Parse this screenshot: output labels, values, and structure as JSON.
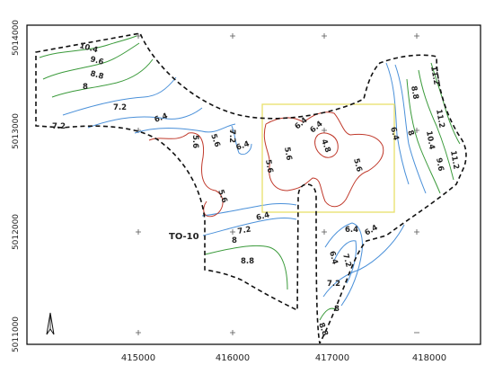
{
  "map": {
    "colors": {
      "boundary": "#111111",
      "contour_red": "#c0392b",
      "contour_blue": "#4a90d9",
      "contour_green": "#3a9a3a",
      "highlight_box": "#e8e06a",
      "grid_cross": "#555555"
    },
    "axes": {
      "x_ticks": [
        "415000",
        "416000",
        "417000",
        "418000"
      ],
      "y_ticks": [
        "5014000",
        "5013000",
        "5012000",
        "5011000"
      ]
    },
    "well_label": "TO-10",
    "north_arrow": "north-arrow-icon",
    "contour_labels": [
      {
        "text": "10.4",
        "color": "green"
      },
      {
        "text": "9.6",
        "color": "green"
      },
      {
        "text": "8.8",
        "color": "green"
      },
      {
        "text": "8",
        "color": "blue"
      },
      {
        "text": "7.2",
        "color": "blue"
      },
      {
        "text": "7.2",
        "color": "blue"
      },
      {
        "text": "6.4",
        "color": "blue"
      },
      {
        "text": "5.6",
        "color": "red"
      },
      {
        "text": "7.2",
        "color": "blue"
      },
      {
        "text": "6.4",
        "color": "blue"
      },
      {
        "text": "5.6",
        "color": "red"
      },
      {
        "text": "5.6",
        "color": "red"
      },
      {
        "text": "6.4",
        "color": "blue"
      },
      {
        "text": "6.4",
        "color": "blue"
      },
      {
        "text": "4.8",
        "color": "red"
      },
      {
        "text": "5.6",
        "color": "red"
      },
      {
        "text": "5.6",
        "color": "red"
      },
      {
        "text": "5.6",
        "color": "red"
      },
      {
        "text": "6.4",
        "color": "blue"
      },
      {
        "text": "8",
        "color": "blue"
      },
      {
        "text": "8.8",
        "color": "blue"
      },
      {
        "text": "11.2",
        "color": "green"
      },
      {
        "text": "11.2",
        "color": "green"
      },
      {
        "text": "11.2",
        "color": "green"
      },
      {
        "text": "10.4",
        "color": "green"
      },
      {
        "text": "9.6",
        "color": "green"
      },
      {
        "text": "6.4",
        "color": "blue"
      },
      {
        "text": "7.2",
        "color": "blue"
      },
      {
        "text": "8",
        "color": "blue"
      },
      {
        "text": "8.8",
        "color": "green"
      },
      {
        "text": "6.4",
        "color": "blue"
      },
      {
        "text": "6.4",
        "color": "blue"
      },
      {
        "text": "6.4",
        "color": "blue"
      },
      {
        "text": "7.2",
        "color": "blue"
      },
      {
        "text": "7.2",
        "color": "blue"
      },
      {
        "text": "8",
        "color": "blue"
      },
      {
        "text": "8.8",
        "color": "green"
      }
    ]
  }
}
